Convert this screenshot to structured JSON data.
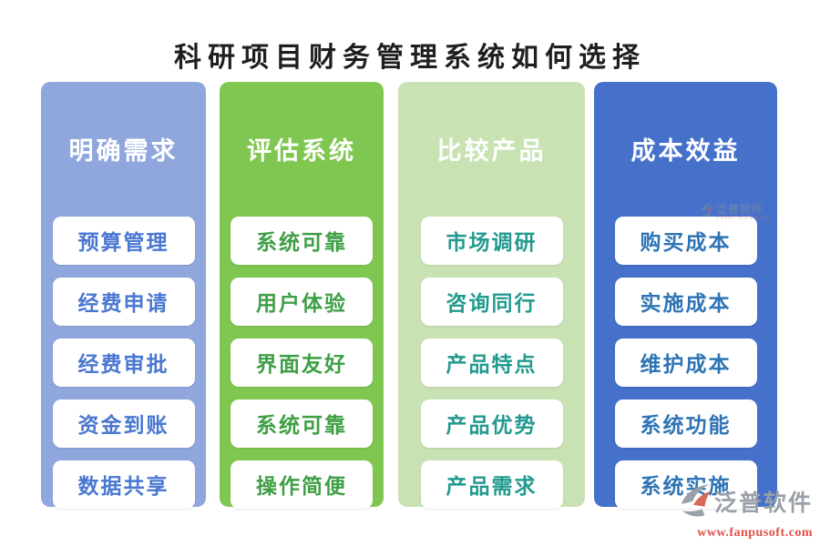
{
  "title": "科研项目财务管理系统如何选择",
  "columns": [
    {
      "id": "clarify-requirements",
      "header": "明确需求",
      "bg": "#90a7de",
      "item_text_color": "#4a77d1",
      "items": [
        "预算管理",
        "经费申请",
        "经费审批",
        "资金到账",
        "数据共享"
      ]
    },
    {
      "id": "evaluate-system",
      "header": "评估系统",
      "bg": "#80c751",
      "item_text_color": "#3f9f45",
      "items": [
        "系统可靠",
        "用户体验",
        "界面友好",
        "系统可靠",
        "操作简便"
      ]
    },
    {
      "id": "compare-products",
      "header": "比较产品",
      "bg": "#c9e2b4",
      "item_text_color": "#239a8f",
      "items": [
        "市场调研",
        "咨询同行",
        "产品特点",
        "产品优势",
        "产品需求"
      ]
    },
    {
      "id": "cost-benefit",
      "header": "成本效益",
      "bg": "#4671cb",
      "item_text_color": "#2e74b5",
      "items": [
        "购买成本",
        "实施成本",
        "维护成本",
        "系统功能",
        "系统实施"
      ]
    }
  ],
  "watermark": {
    "logo_text": "泛普软件",
    "subtext": "FANPU SOFTWARE",
    "text_color": "#8a9099",
    "sub_color": "#d8685c"
  },
  "branding": {
    "logo_text": "泛普软件",
    "website": "www.fanpusoft.com",
    "logo_gray": "#99a0a8",
    "logo_red": "#d8685c",
    "url_color": "#e2504a"
  }
}
